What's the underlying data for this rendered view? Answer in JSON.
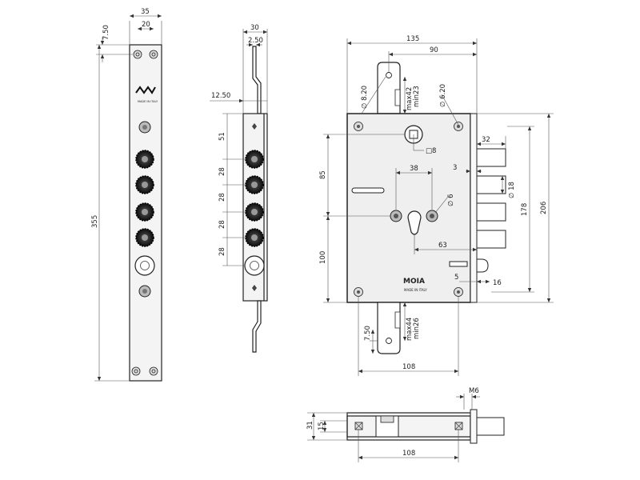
{
  "brand": {
    "name": "MOIA",
    "origin": "MADE IN ITALY"
  },
  "front_view": {
    "dims": {
      "width": "35",
      "screw_spacing": "20",
      "offset": "7.50",
      "height": "355"
    }
  },
  "side_view": {
    "dims": {
      "width": "30",
      "offset": "2.50",
      "cam_offset": "12.50",
      "first_pitch": "51",
      "pitches": [
        "28",
        "28",
        "28",
        "28"
      ]
    }
  },
  "main_view": {
    "dims": {
      "overall_width": "135",
      "keeper_width": "90",
      "hole_8": "∅ 8.20",
      "travel_top_max": "max42",
      "travel_top_min": "min23",
      "hole_6": "∅ 6.20",
      "bolt_length": "32",
      "spindle": "□8",
      "clearance": "3",
      "bolt_dia": "∅ 18",
      "bolts_height": "178",
      "total_height": "206",
      "upper_height": "85",
      "cylinder_spacing": "38",
      "cyl_dia": "∅ 6",
      "backset": "63",
      "lower_height": "100",
      "latch_offset": "5",
      "latch_width": "16",
      "bottom_offset": "7.50",
      "travel_bottom_max": "max44",
      "travel_bottom_min": "min26",
      "bottom_width": "108"
    }
  },
  "bottom_view": {
    "dims": {
      "thread": "M6",
      "height": "31",
      "inner": "15",
      "width": "108"
    }
  }
}
